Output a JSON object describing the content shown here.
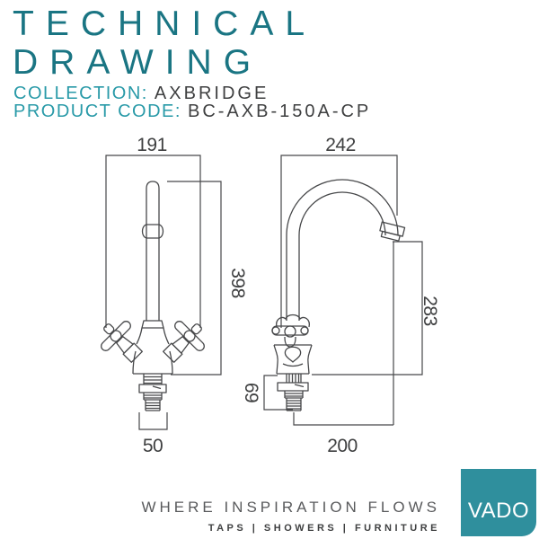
{
  "header": {
    "title_line1": "TECHNICAL",
    "title_line2": "DRAWING",
    "collection_label": "COLLECTION:",
    "collection_value": "AXBRIDGE",
    "product_code_label": "PRODUCT CODE:",
    "product_code_value": "BC-AXB-150A-CP"
  },
  "drawing": {
    "front_view": {
      "overall_width_mm": "191",
      "overall_height_mm": "398",
      "base_width_mm": "50"
    },
    "side_view": {
      "overall_depth_mm": "242",
      "spout_height_mm": "283",
      "shank_length_mm": "69",
      "spout_reach_mm": "200"
    }
  },
  "footer": {
    "tagline": "WHERE INSPIRATION FLOWS",
    "categories": "TAPS  |  SHOWERS  |  FURNITURE",
    "logo_text": "VADO"
  },
  "colors": {
    "title_teal": "#1a7583",
    "label_teal": "#299aa8",
    "logo_teal": "#2f8f9d",
    "line_gray": "#47484a",
    "text_gray": "#3f4041"
  }
}
